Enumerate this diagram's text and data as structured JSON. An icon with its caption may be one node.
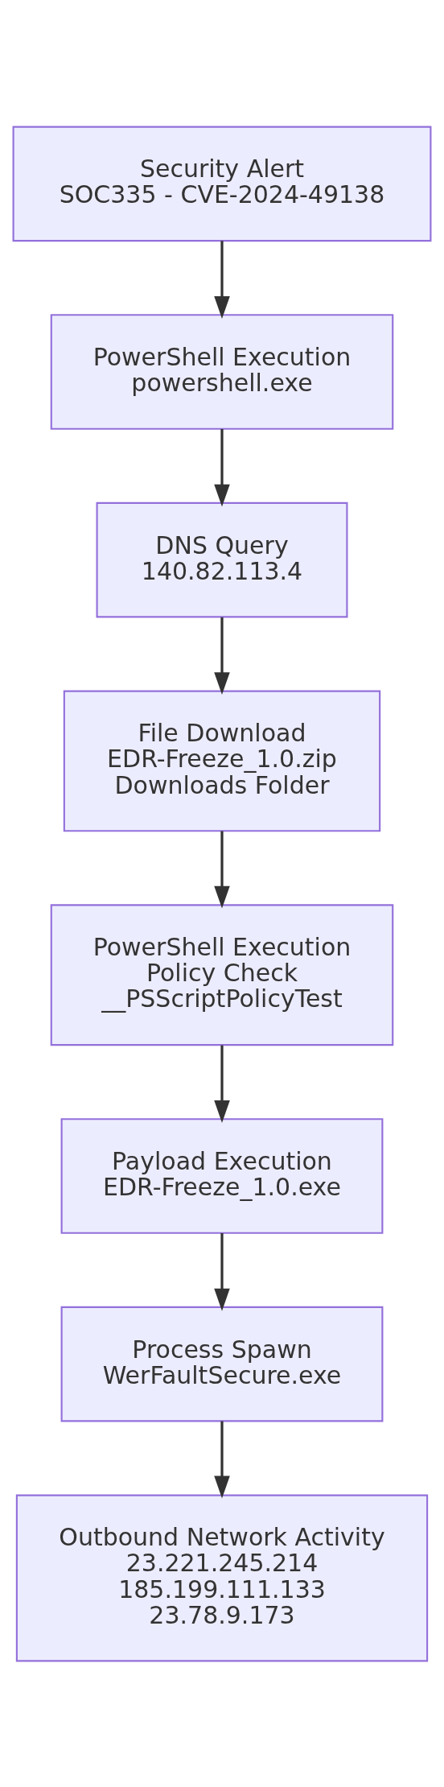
{
  "diagram": {
    "nodes": [
      {
        "text": [
          "Security Alert",
          "SOC335 - CVE-2024-49138"
        ]
      },
      {
        "text": [
          "PowerShell Execution",
          "powershell.exe"
        ]
      },
      {
        "text": [
          "DNS Query",
          "140.82.113.4"
        ]
      },
      {
        "text": [
          "File Download",
          "EDR-Freeze_1.0.zip",
          "Downloads Folder"
        ]
      },
      {
        "text": [
          "PowerShell Execution",
          "Policy Check",
          "__PSScriptPolicyTest"
        ]
      },
      {
        "text": [
          "Payload Execution",
          "EDR-Freeze_1.0.exe"
        ]
      },
      {
        "text": [
          "Process Spawn",
          "WerFaultSecure.exe"
        ]
      },
      {
        "text": [
          "Outbound Network Activity",
          "23.221.245.214",
          "185.199.111.133",
          "23.78.9.173"
        ]
      }
    ],
    "edges": [
      {
        "from": 0,
        "to": 1,
        "arrow": "to"
      },
      {
        "from": 1,
        "to": 2,
        "arrow": "to"
      },
      {
        "from": 2,
        "to": 3,
        "arrow": "to"
      },
      {
        "from": 3,
        "to": 4,
        "arrow": "to"
      },
      {
        "from": 4,
        "to": 5,
        "arrow": "to"
      },
      {
        "from": 5,
        "to": 6,
        "arrow": "to"
      },
      {
        "from": 6,
        "to": 7,
        "arrow": "to"
      }
    ]
  }
}
